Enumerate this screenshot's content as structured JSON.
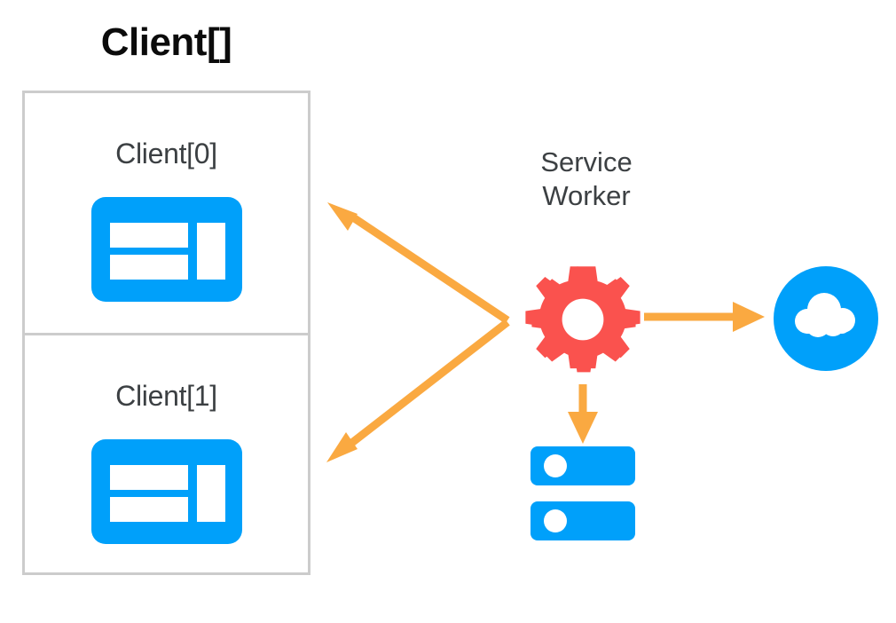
{
  "diagram": {
    "title": "Client[] / Service Worker architecture",
    "background": "#ffffff"
  },
  "colors": {
    "blue": "#00a0fa",
    "red": "#fa524e",
    "orange": "#faa941",
    "border_gray": "#cccccc",
    "text_dark": "#3c4043",
    "title_black": "#0b0b0b",
    "white": "#ffffff"
  },
  "clients": {
    "title": "Client[]",
    "items": [
      {
        "label": "Client[0]",
        "icon": "browser-window-icon"
      },
      {
        "label": "Client[1]",
        "icon": "browser-window-icon"
      }
    ]
  },
  "service_worker": {
    "label_line1": "Service",
    "label_line2": "Worker",
    "icon": "gear-icon"
  },
  "nodes": {
    "cloud": {
      "icon": "cloud-icon",
      "label": ""
    },
    "storage": {
      "icon": "storage-icon",
      "label": ""
    }
  },
  "arrows": [
    {
      "name": "arrow-sw-to-client0",
      "from": "service-worker",
      "to": "client-0",
      "direction": "up-left",
      "color": "#faa941"
    },
    {
      "name": "arrow-sw-to-client1",
      "from": "service-worker",
      "to": "client-1",
      "direction": "down-left",
      "color": "#faa941"
    },
    {
      "name": "arrow-sw-to-cloud",
      "from": "service-worker",
      "to": "cloud",
      "direction": "right",
      "color": "#faa941"
    },
    {
      "name": "arrow-sw-to-storage",
      "from": "service-worker",
      "to": "storage",
      "direction": "down",
      "color": "#faa941"
    }
  ]
}
